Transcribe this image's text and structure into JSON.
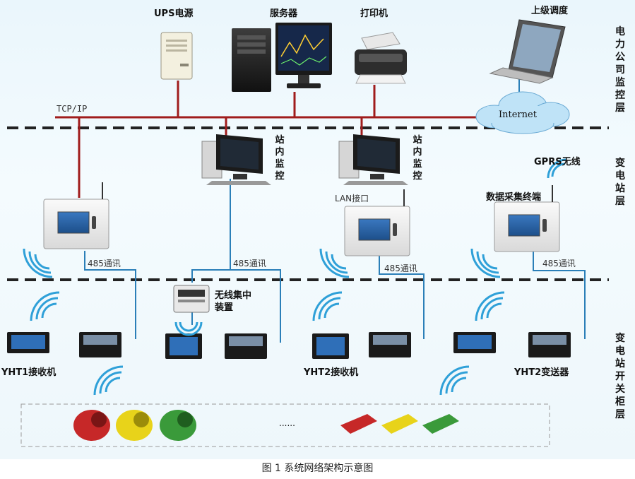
{
  "layers": {
    "top": "电力公司监控层",
    "middle": "变电站层",
    "bottom": "变电站开关柜层"
  },
  "devices": {
    "ups": "UPS电源",
    "server": "服务器",
    "printer": "打印机",
    "upper_dispatch": "上级调度",
    "internet": "Internet",
    "tcpip": "TCP/IP",
    "station_monitor_1": "站内监控",
    "station_monitor_2": "站内监控",
    "lan": "LAN接口",
    "gprs": "GPRS无线",
    "data_terminal": "数据采集终端",
    "rs485_1": "485通讯",
    "rs485_2": "485通讯",
    "rs485_3": "485通讯",
    "rs485_4": "485通讯",
    "wireless_concentrator": "无线集中装置",
    "yht1_receiver": "YHT1接收机",
    "yht2_receiver": "YHT2接收机",
    "yht2_transmitter": "YHT2变送器",
    "ellipsis": "......"
  },
  "caption": "图 1  系统网络架构示意图",
  "colors": {
    "network_line": "#a01c1c",
    "rs485_line": "#2b7fb8",
    "divider": "#222222",
    "cloud": "#bfe3f7",
    "sensor_red": "#c62828",
    "sensor_yellow": "#e8d31a",
    "sensor_green": "#3a9a3a"
  }
}
